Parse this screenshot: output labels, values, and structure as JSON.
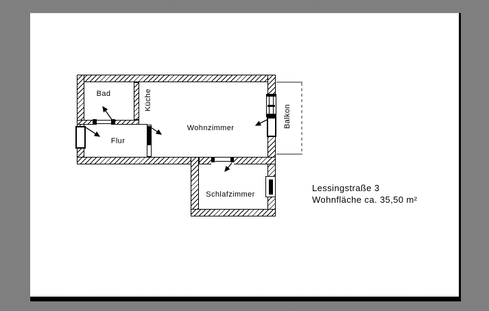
{
  "plan": {
    "rooms": {
      "bad": "Bad",
      "kueche": "Küche",
      "flur": "Flur",
      "wohnzimmer": "Wohnzimmer",
      "schlafzimmer": "Schlafzimmer",
      "balkon": "Balkon"
    },
    "annotation": {
      "address": "Lessingstraße 3",
      "area": "Wohnfläche ca. 35,50 m²"
    },
    "colors": {
      "ink": "#000000",
      "balcony_line": "#909090",
      "paper": "#ffffff"
    }
  }
}
